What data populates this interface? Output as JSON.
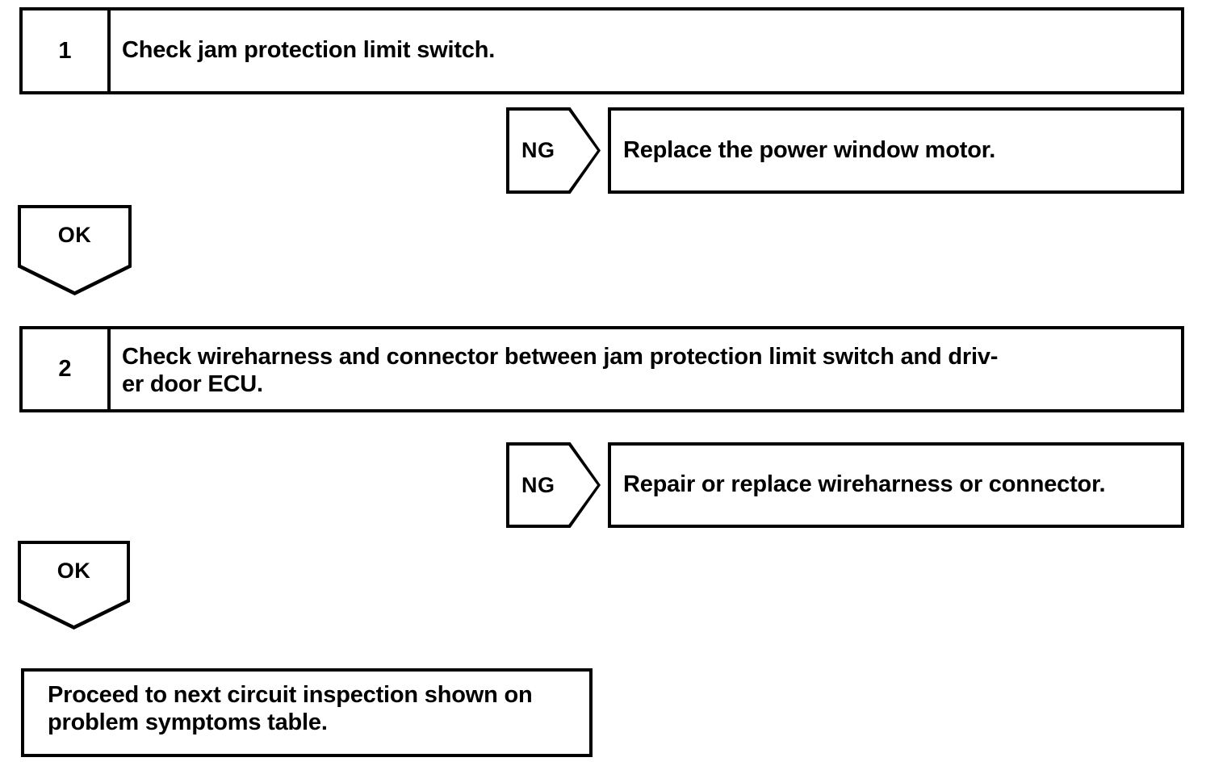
{
  "diagram": {
    "type": "troubleshooting-flowchart",
    "line_color": "#000000",
    "background_color": "#ffffff"
  },
  "steps": [
    {
      "number": "1",
      "instruction": "Check jam protection limit switch.",
      "ng_label": "NG",
      "ng_result": "Replace the power window motor.",
      "ok_label": "OK"
    },
    {
      "number": "2",
      "instruction": "Check wireharness and connector between jam protection limit switch and driv-\ner door ECU.",
      "ng_label": "NG",
      "ng_result": "Repair or replace wireharness or connector.",
      "ok_label": "OK"
    }
  ],
  "final": {
    "text": "Proceed to next circuit inspection shown on\nproblem symptoms table."
  }
}
